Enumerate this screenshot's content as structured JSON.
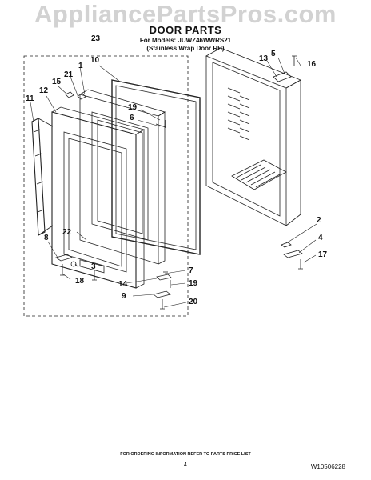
{
  "watermark": "AppliancePartsPros.com",
  "header": {
    "title": "DOOR PARTS",
    "models_line": "For Models: JUWZ46WWRS21",
    "variant_line": "(Stainless Wrap Door RH)"
  },
  "callouts": [
    "23",
    "10",
    "1",
    "21",
    "15",
    "12",
    "11",
    "19",
    "6",
    "22",
    "8",
    "3",
    "18",
    "5",
    "16",
    "13",
    "2",
    "4",
    "17",
    "7",
    "14",
    "19",
    "9",
    "20"
  ],
  "footer": {
    "ordering_note": "FOR ORDERING INFORMATION REFER TO PARTS PRICE LIST",
    "page_number": "4",
    "doc_code": "W10506228"
  }
}
